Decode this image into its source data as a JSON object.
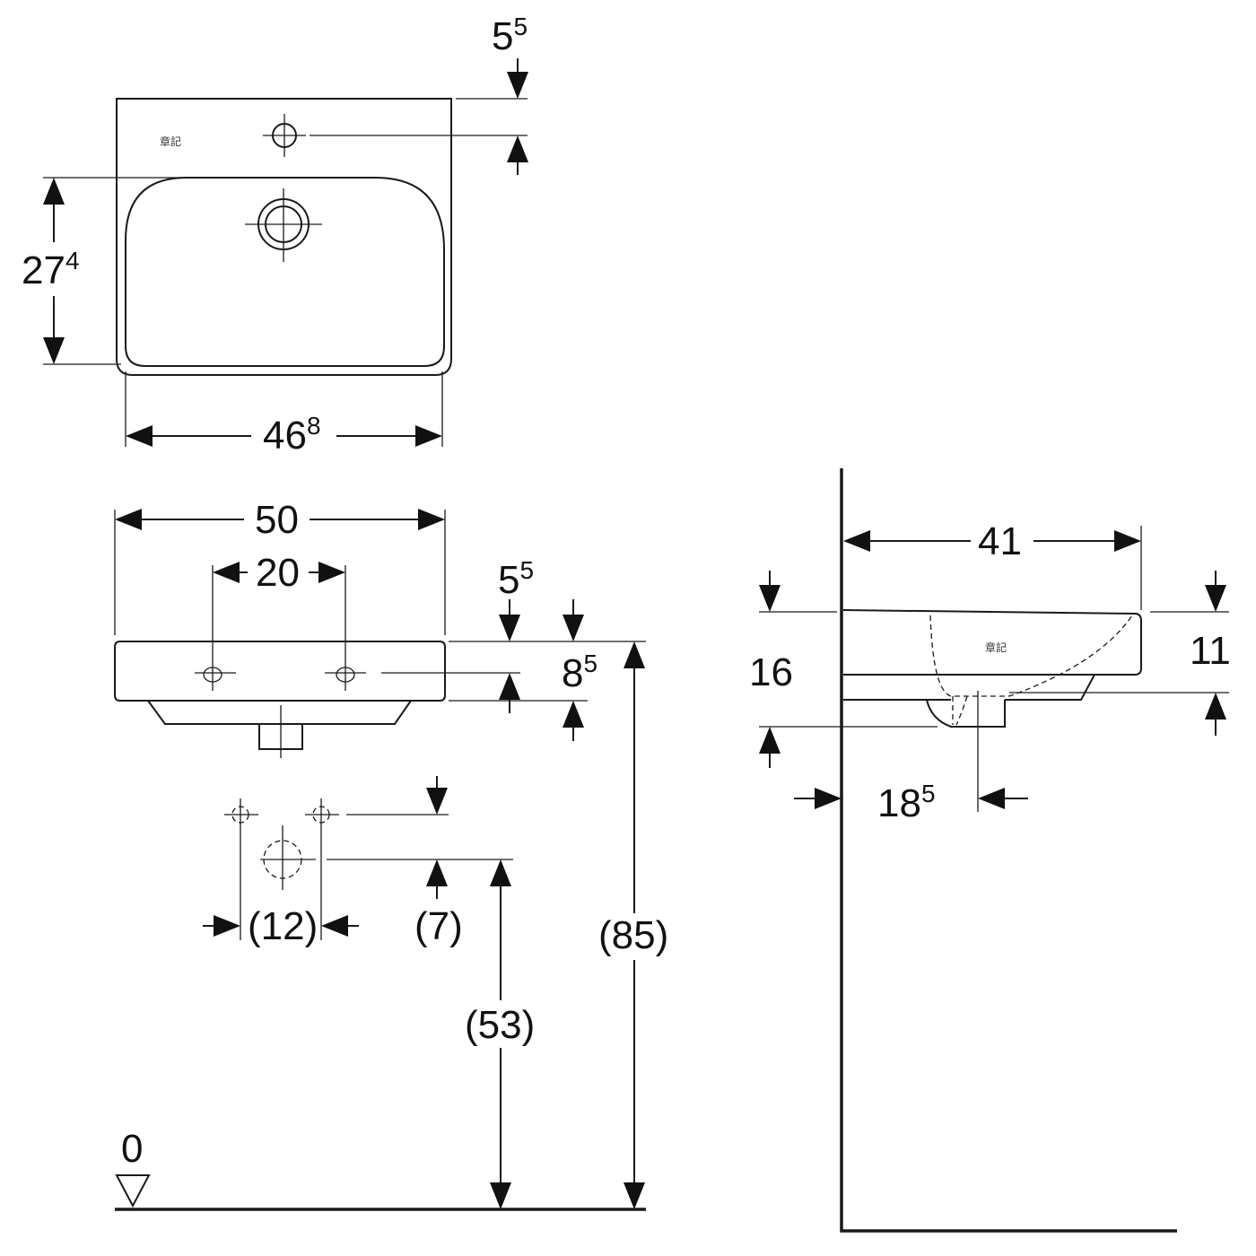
{
  "dimensions": {
    "top_view": {
      "tap_offset": {
        "main": "5",
        "sup": "5"
      },
      "bowl_depth": {
        "main": "27",
        "sup": "4"
      },
      "bowl_width": {
        "main": "46",
        "sup": "8"
      }
    },
    "front_view": {
      "overall_width": "50",
      "tap_spacing": "20",
      "rim_offset": {
        "main": "5",
        "sup": "5"
      },
      "tap_hole_height": {
        "main": "8",
        "sup": "5"
      },
      "supply_spacing": "(12)",
      "supply_offset": "(7)",
      "outlet_height": "(53)",
      "rim_height": "(85)",
      "floor_level": "0"
    },
    "side_view": {
      "projection": "41",
      "overall_height": "16",
      "bowl_height": "11",
      "waste_distance": {
        "main": "18",
        "sup": "5"
      }
    }
  },
  "brand_mark": "章記"
}
